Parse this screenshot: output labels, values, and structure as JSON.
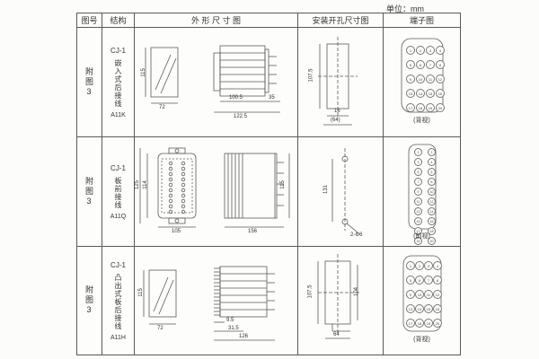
{
  "page": {
    "unit": "单位：mm"
  },
  "colors": {
    "line": "#5a5a5a",
    "paper": "#fdfdfb"
  },
  "headers": {
    "fig": "图号",
    "structure": "结构",
    "outline": "外 形 尺 寸 图",
    "mount": "安装开孔尺寸图",
    "terminal": "端子图"
  },
  "rows": [
    {
      "fig": "附图3",
      "model": "CJ-1",
      "structure": "嵌入式后接线",
      "code": "A11K",
      "outline": {
        "height": "115",
        "width": "72",
        "body": "100.5",
        "overall": "122.5",
        "depth": "35"
      },
      "mount": {
        "height": "107.5",
        "slot": "16",
        "overall": "(64)"
      },
      "terminal": {
        "view": "(背视)",
        "pins": [
          1,
          2,
          3,
          4,
          5,
          6,
          7,
          8,
          9,
          10,
          11,
          12,
          13,
          14,
          15,
          16,
          17,
          18,
          19,
          20
        ]
      }
    },
    {
      "fig": "附图3",
      "model": "CJ-1",
      "structure": "板前接线",
      "code": "A11Q",
      "outline": {
        "height": "114",
        "hole_span": "125",
        "width": "105",
        "length": "156",
        "side_height": "115"
      },
      "mount": {
        "spacing": "131",
        "holes": "2-Φ6"
      },
      "terminal": {
        "view": "(前视)",
        "pins": [
          1,
          2,
          3,
          4,
          5,
          6,
          7,
          8,
          9,
          10,
          11,
          12,
          13,
          14,
          15,
          16,
          17,
          18,
          19,
          20
        ]
      }
    },
    {
      "fig": "附图3",
      "model": "CJ-1",
      "structure": "凸出式板后接线",
      "code": "A11H",
      "outline": {
        "height": "115",
        "width": "72",
        "pin_depth": "9.5",
        "front_depth": "31.5",
        "overall": "126"
      },
      "mount": {
        "height": "107.5",
        "inner_height": "104",
        "width": "64"
      },
      "terminal": {
        "view": "(背视)",
        "pins": [
          1,
          2,
          3,
          4,
          5,
          6,
          7,
          8,
          9,
          10,
          11,
          12,
          13,
          14,
          15,
          16,
          17,
          18,
          19,
          20
        ]
      }
    }
  ]
}
